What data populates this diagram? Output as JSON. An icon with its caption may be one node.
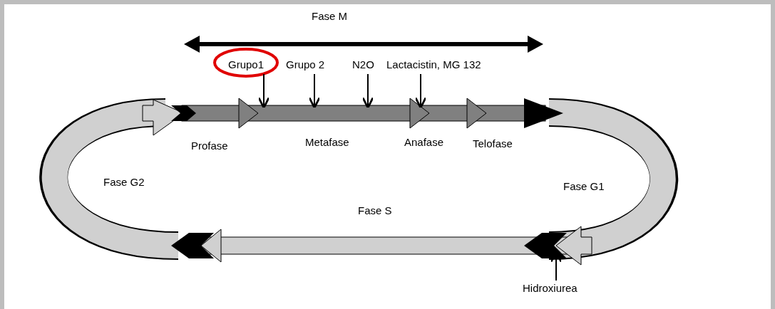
{
  "diagram": {
    "nodes": [
      {
        "text": [
          "Grupo1"
        ]
      },
      {
        "text": [
          "Grupo 2"
        ]
      },
      {
        "text": [
          "N2O"
        ]
      },
      {
        "text": [
          "Lactacistin, MG 132"
        ]
      },
      {
        "text": [
          "Hidroxiurea"
        ]
      }
    ],
    "edges": [
      {
        "from": 0,
        "to": null,
        "arrow": "to"
      },
      {
        "from": 1,
        "to": null,
        "arrow": "to"
      },
      {
        "from": 2,
        "to": null,
        "arrow": "to"
      },
      {
        "from": 3,
        "to": null,
        "arrow": "to"
      },
      {
        "from": 4,
        "to": null,
        "arrow": "to"
      }
    ],
    "labels": [
      "Fase M",
      "Profase",
      "Metafase",
      "Anafase",
      "Telofase",
      "Fase G2",
      "Fase G1",
      "Fase S"
    ]
  }
}
